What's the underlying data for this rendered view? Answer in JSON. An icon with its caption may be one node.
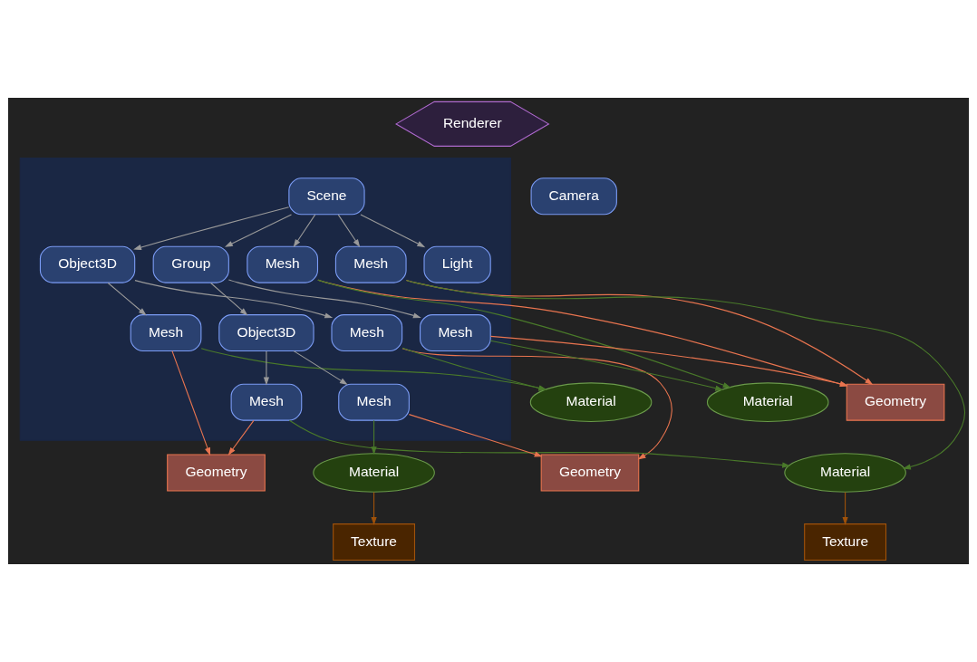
{
  "diagram": {
    "nodes": [
      {
        "text": [
          "Renderer"
        ]
      },
      {
        "text": [],
        "shape": "box"
      },
      {
        "text": [
          "Scene"
        ],
        "in": 1
      },
      {
        "text": [
          "Mesh"
        ],
        "in": 1
      },
      {
        "text": [
          "Object3D"
        ],
        "in": 1
      },
      {
        "text": [
          "Mesh"
        ],
        "in": 1
      },
      {
        "text": [
          "Group"
        ],
        "in": 1
      },
      {
        "text": [
          "Light"
        ],
        "in": 1
      },
      {
        "text": [
          "Mesh"
        ],
        "in": 1
      },
      {
        "text": [
          "Mesh"
        ],
        "in": 1
      },
      {
        "text": [
          "Mesh"
        ],
        "in": 1
      },
      {
        "text": [
          "Object3D"
        ],
        "in": 1
      },
      {
        "text": [
          "Mesh"
        ],
        "in": 1
      },
      {
        "text": [
          "Mesh"
        ],
        "in": 1
      },
      {
        "text": [
          "Camera"
        ]
      },
      {
        "text": [
          "Geometry"
        ]
      },
      {
        "text": [
          "Geometry"
        ]
      },
      {
        "text": [
          "Geometry"
        ]
      },
      {
        "text": [
          "Material"
        ]
      },
      {
        "text": [
          "Material"
        ]
      },
      {
        "text": [
          "Material"
        ]
      },
      {
        "text": [
          "Material"
        ]
      },
      {
        "text": [
          "Texture"
        ]
      },
      {
        "text": [
          "Texture"
        ]
      }
    ],
    "edges": [
      {
        "from": 2,
        "to": 3,
        "arrow": "to"
      },
      {
        "from": 2,
        "to": 4,
        "arrow": "to"
      },
      {
        "from": 2,
        "to": 5,
        "arrow": "to"
      },
      {
        "from": 2,
        "to": 6,
        "arrow": "to"
      },
      {
        "from": 2,
        "to": 7,
        "arrow": "to"
      },
      {
        "from": 4,
        "to": 8,
        "arrow": "to"
      },
      {
        "from": 4,
        "to": 9,
        "arrow": "to"
      },
      {
        "from": 6,
        "to": 10,
        "arrow": "to"
      },
      {
        "from": 6,
        "to": 11,
        "arrow": "to"
      },
      {
        "from": 11,
        "to": 12,
        "arrow": "to"
      },
      {
        "from": 11,
        "to": 13,
        "arrow": "to"
      },
      {
        "from": 3,
        "to": 15,
        "arrow": "to",
        "color": "#e8744f"
      },
      {
        "from": 3,
        "to": 18,
        "arrow": "to",
        "color": "#4a7a2a"
      },
      {
        "from": 5,
        "to": 15,
        "arrow": "to",
        "color": "#e8744f"
      },
      {
        "from": 5,
        "to": 20,
        "arrow": "to",
        "color": "#4a7a2a"
      },
      {
        "from": 8,
        "to": 16,
        "arrow": "to",
        "color": "#e8744f"
      },
      {
        "from": 8,
        "to": 19,
        "arrow": "to",
        "color": "#4a7a2a"
      },
      {
        "from": 9,
        "to": 17,
        "arrow": "to",
        "color": "#e8744f"
      },
      {
        "from": 9,
        "to": 19,
        "arrow": "to",
        "color": "#4a7a2a"
      },
      {
        "from": 10,
        "to": 15,
        "arrow": "to",
        "color": "#e8744f"
      },
      {
        "from": 10,
        "to": 18,
        "arrow": "to",
        "color": "#4a7a2a"
      },
      {
        "from": 12,
        "to": 16,
        "arrow": "to",
        "color": "#e8744f"
      },
      {
        "from": 12,
        "to": 20,
        "arrow": "to",
        "color": "#4a7a2a"
      },
      {
        "from": 13,
        "to": 17,
        "arrow": "to",
        "color": "#e8744f"
      },
      {
        "from": 13,
        "to": 21,
        "arrow": "to",
        "color": "#4a7a2a"
      },
      {
        "from": 20,
        "to": 22,
        "arrow": "to",
        "color": "#a0520a"
      },
      {
        "from": 21,
        "to": 23,
        "arrow": "to",
        "color": "#a0520a"
      }
    ]
  }
}
